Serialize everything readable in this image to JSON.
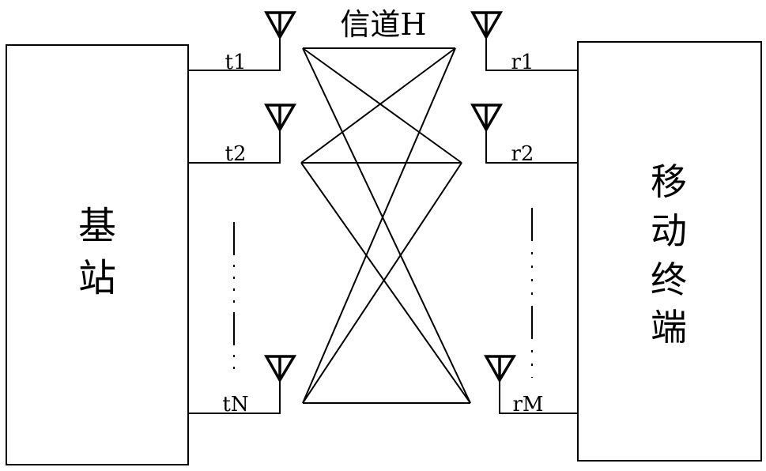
{
  "channel_label": "信道H",
  "base_station": {
    "label_line1": "基",
    "label_line2": "站"
  },
  "mobile_terminal": {
    "chars": [
      "移",
      "动",
      "终",
      "端"
    ]
  },
  "transmit_antennas": [
    "t1",
    "t2",
    "tN"
  ],
  "receive_antennas": [
    "r1",
    "r2",
    "rM"
  ],
  "colors": {
    "stroke": "#000000",
    "background": "#ffffff"
  }
}
